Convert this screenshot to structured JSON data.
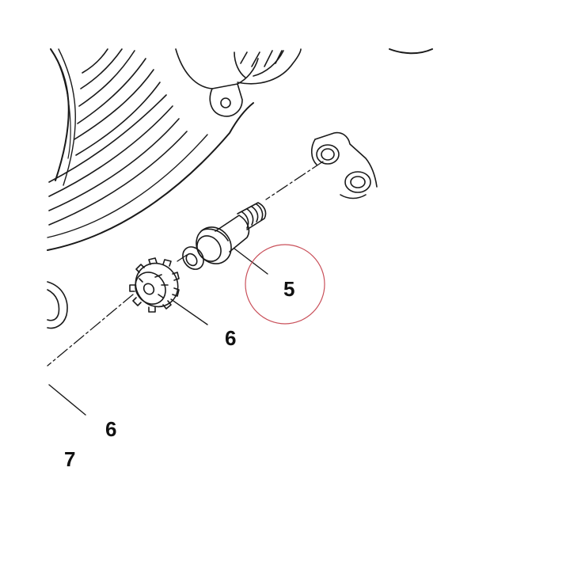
{
  "callouts": {
    "c5": "5",
    "c6_upper": "6",
    "c6_lower": "6",
    "c7": "7"
  },
  "colors": {
    "line": "#1a1a1a",
    "highlight_circle": "#c9505a",
    "background": "#ffffff"
  }
}
